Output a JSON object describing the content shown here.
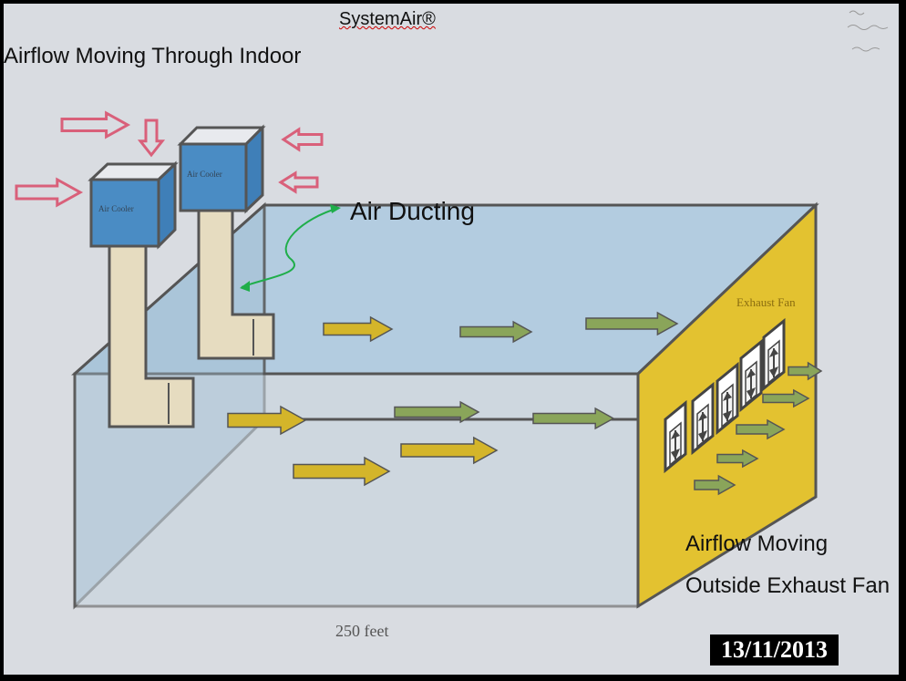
{
  "title": "SystemAir®",
  "labels": {
    "indoor_airflow": "Airflow Moving Through Indoor",
    "air_ducting": "Air Ducting",
    "outside_airflow": "Airflow Moving Outside Exhaust Fan",
    "length": "250 feet",
    "date": "13/11/2013"
  },
  "coolers": [
    "Air Cooler",
    "Air Cooler"
  ],
  "exhaust_label": "Exhaust Fan",
  "colors": {
    "background": "#d9dce1",
    "room_face": "#a9c4d8",
    "room_top": "#b7cfe0",
    "cooler": "#4a8cc4",
    "duct": "#e6dcc0",
    "exhaust_wall": "#e3c230",
    "pink_arrow": "#d9607a",
    "yellow_arrow": "#d4b52a",
    "green_arrow": "#8aa55a",
    "ducting_pointer": "#1fae4a"
  }
}
